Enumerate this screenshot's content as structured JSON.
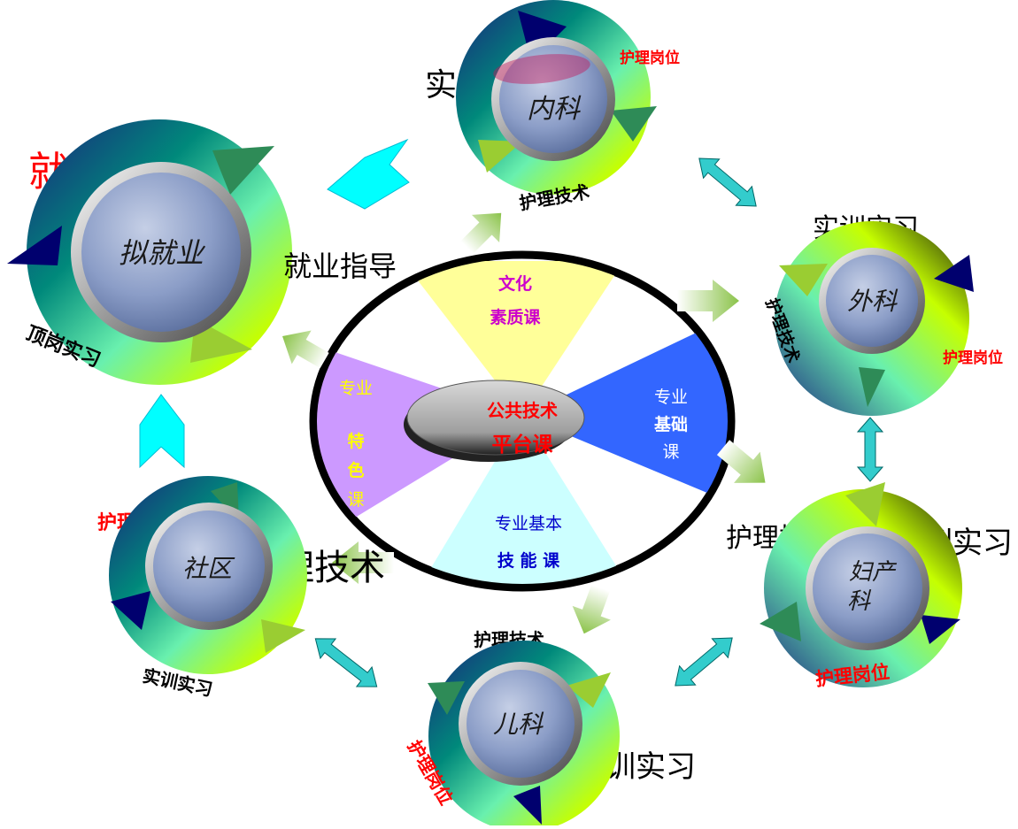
{
  "center": {
    "label_line1": "公共技术",
    "label_line2": "平台课"
  },
  "sectors": {
    "culture": {
      "line1": "文化",
      "line2": "素质课"
    },
    "basic": {
      "line1": "专业",
      "line2": "基础",
      "line3": "课"
    },
    "skills": {
      "line1": "专业基本",
      "line2": "技 能 课"
    },
    "feature": {
      "line1": "专业",
      "line2": "特",
      "line3": "色",
      "line4": "课"
    }
  },
  "nodes": {
    "employment": "拟就业",
    "internal": "内科",
    "surgery": "外科",
    "obgyn_line1": "妇产",
    "obgyn_line2": "科",
    "pediatrics": "儿科",
    "community": "社区"
  },
  "labels": {
    "employment_post": "就业岗位",
    "employment_guide": "就业指导",
    "internship": "顶岗实习",
    "internal_training": "实训实习",
    "internal_post": "护理岗位",
    "internal_skill": "护理技术",
    "surgery_training": "实训实习",
    "surgery_skill": "护理技术",
    "surgery_post": "护理岗位",
    "obgyn_skill": "护理技术",
    "obgyn_training": "实训实习",
    "obgyn_post": "护理岗位",
    "pediatrics_skill": "护理技术",
    "pediatrics_training": "实训实习",
    "pediatrics_post": "护理岗位",
    "community_post": "护理岗位",
    "community_skill": "护理技术",
    "community_training": "实训实习"
  },
  "colors": {
    "culture": "#ffff99",
    "basic": "#3366ff",
    "skills": "#ccffff",
    "feature": "#cc99ff",
    "cyan_arrow": "#00ffff",
    "double_arrow": "#33cccc",
    "red_text": "#ff0000",
    "magenta_text": "#cc00cc"
  }
}
